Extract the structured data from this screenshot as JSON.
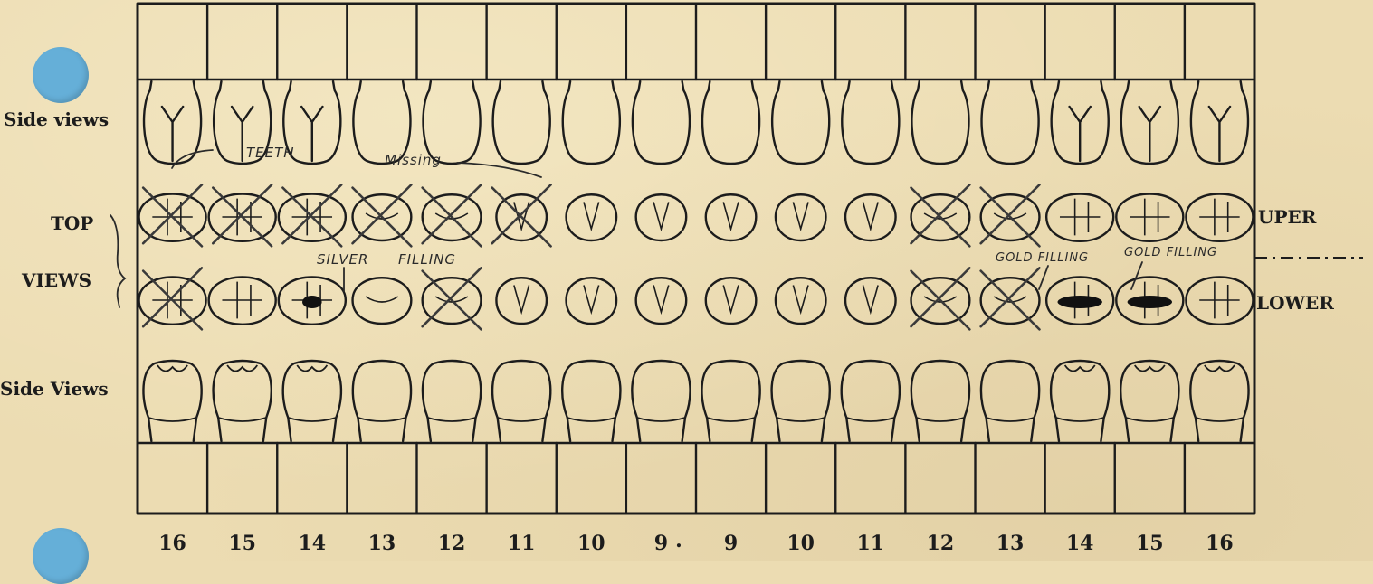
{
  "labels": {
    "side_views_upper": "Side views",
    "side_views_lower": "Side Views",
    "top": "TOP",
    "views": "VIEWS",
    "upper": "UPER",
    "lower": "LOWER"
  },
  "annotations": {
    "teeth": "TEETH",
    "missing": "Missing",
    "silver_filling_1": "SILVER",
    "silver_filling_2": "FILLING",
    "gold_filling_1": "GOLD FILLING",
    "gold_filling_2": "GOLD FILLING"
  },
  "tooth_numbers": [
    "16",
    "15",
    "14",
    "13",
    "12",
    "11",
    "10",
    "9",
    "9",
    "10",
    "11",
    "12",
    "13",
    "14",
    "15",
    "16"
  ],
  "separator_dot": ".",
  "upper_missing": [
    true,
    true,
    true,
    true,
    true,
    true,
    false,
    false,
    false,
    false,
    false,
    true,
    true,
    false,
    false,
    false
  ],
  "lower_missing": [
    true,
    false,
    false,
    false,
    true,
    false,
    false,
    false,
    false,
    false,
    false,
    true,
    true,
    false,
    false,
    false
  ],
  "lower_filled": [
    false,
    false,
    true,
    false,
    false,
    false,
    false,
    false,
    false,
    false,
    false,
    false,
    false,
    true,
    true,
    false
  ],
  "colors": {
    "paper": "#ecdcb2",
    "ink": "#1c1c1c",
    "punch_hole": "#65afd8"
  }
}
